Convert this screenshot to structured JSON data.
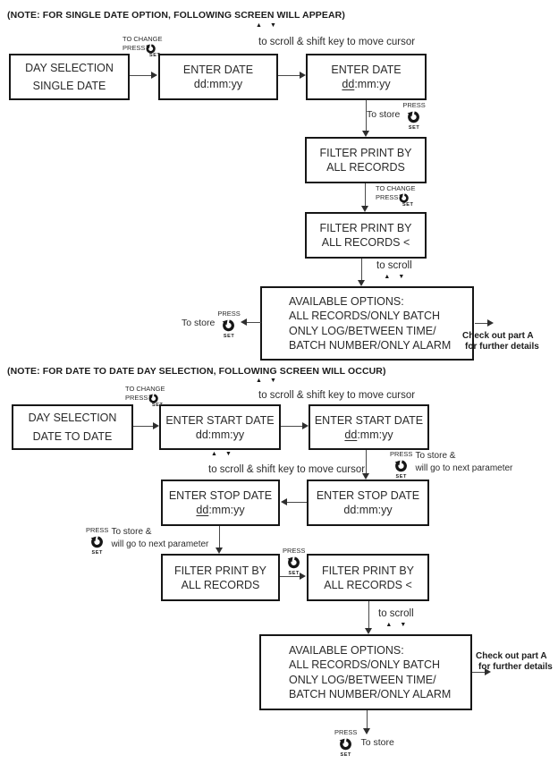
{
  "colors": {
    "ink": "#242424",
    "box_border": "#161616",
    "connector": "#4a4a4a",
    "background": "#ffffff"
  },
  "icons": {
    "set_knob": "set-knob-rotate-icon",
    "scroll_up": "up-triangle-icon",
    "scroll_down": "down-triangle-icon"
  },
  "labels": {
    "to_change": "TO CHANGE",
    "press": "PRESS",
    "set": "SET",
    "up_arrow": "▲",
    "down_arrow": "▼",
    "scroll_shift": "to scroll & shift key to move cursor",
    "to_store": "To store",
    "to_store_amp": "To store &",
    "next_param": "will go to next parameter",
    "to_scroll": "to scroll",
    "checkout_line1": "Check out part A",
    "checkout_line2": "for further details"
  },
  "flow1": {
    "note": "(NOTE: FOR SINGLE DATE OPTION,  FOLLOWING SCREEN WILL APPEAR)",
    "day_selection": {
      "line1": "DAY SELECTION",
      "line2": "SINGLE DATE"
    },
    "enter_date": {
      "line1": "ENTER DATE",
      "line2": "dd:mm:yy"
    },
    "enter_date_cursor": {
      "line1": "ENTER DATE",
      "line2_underlined": "dd",
      "line2_rest": ":mm:yy"
    },
    "filter_print": {
      "line1": "FILTER PRINT BY",
      "line2": "ALL RECORDS"
    },
    "filter_print_selected": {
      "line1": "FILTER PRINT BY",
      "line2": "ALL RECORDS <"
    },
    "options": {
      "line1": "AVAILABLE OPTIONS:",
      "line2": "ALL RECORDS/ONLY BATCH",
      "line3": "ONLY LOG/BETWEEN TIME/",
      "line4": "BATCH NUMBER/ONLY ALARM"
    }
  },
  "flow2": {
    "note": "(NOTE: FOR DATE TO DATE DAY SELECTION, FOLLOWING SCREEN WILL OCCUR)",
    "day_selection": {
      "line1": "DAY SELECTION",
      "line2": "DATE TO DATE"
    },
    "enter_start_date": {
      "line1": "ENTER START DATE",
      "line2": "dd:mm:yy"
    },
    "enter_start_date_cursor": {
      "line1": "ENTER START DATE",
      "line2_underlined": "dd",
      "line2_rest": ":mm:yy"
    },
    "enter_stop_date_cursor": {
      "line1": "ENTER STOP DATE",
      "line2_underlined": "dd",
      "line2_rest": ":mm:yy"
    },
    "enter_stop_date": {
      "line1": "ENTER STOP DATE",
      "line2": "dd:mm:yy"
    },
    "filter_print": {
      "line1": "FILTER PRINT BY",
      "line2": "ALL RECORDS"
    },
    "filter_print_selected": {
      "line1": "FILTER PRINT BY",
      "line2": "ALL RECORDS <"
    },
    "options": {
      "line1": "AVAILABLE OPTIONS:",
      "line2": "ALL RECORDS/ONLY BATCH",
      "line3": "ONLY LOG/BETWEEN TIME/",
      "line4": "BATCH NUMBER/ONLY ALARM"
    }
  }
}
